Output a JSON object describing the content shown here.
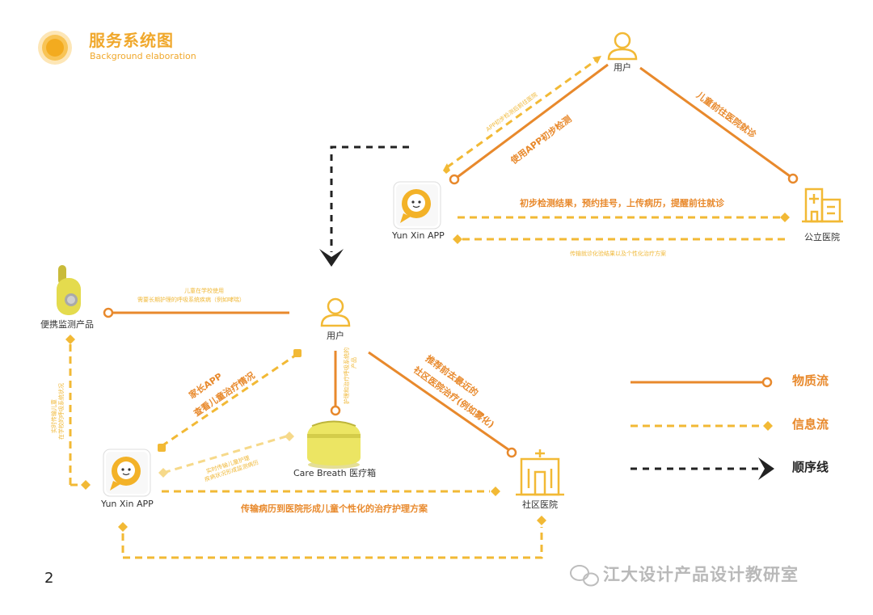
{
  "header": {
    "title": "服务系统图",
    "subtitle": "Background elaboration"
  },
  "colors": {
    "solid_flow": "#e8892c",
    "info_flow": "#f2b935",
    "order_line": "#222222",
    "icon_yellow": "#f3b228"
  },
  "nodes": {
    "user_top": "用户",
    "app_top": "Yun Xin APP",
    "hospital_public": "公立医院",
    "portable": "便携监测产品",
    "user_mid": "用户",
    "care_box": "Care Breath 医疗箱",
    "app_bottom": "Yun Xin APP",
    "hospital_community": "社区医院"
  },
  "edges": {
    "user_to_app_info": "APP初步检测后前往医院",
    "user_app_solid": "使用APP初步检测",
    "user_hospital": "儿童前往医院就诊",
    "app_hospital_info": "初步检测结果，预约挂号，上传病历，提醒前往就诊",
    "hospital_app_info": "传输就诊化验结果以及个性化治疗方案",
    "portable_user_1": "儿童在学校使用",
    "portable_user_2": "需要长期护理的呼吸系统疾病（例如哮喘）",
    "portable_app_info_1": "实时传输儿童",
    "portable_app_info_2": "在学校的呼吸系统状况",
    "parent_app_1": "家长APP",
    "parent_app_2": "查看儿童治疗情况",
    "user_box_info_1": "护理和治疗呼吸系统的",
    "user_box_info_2": "产品",
    "box_app_info_1": "实时传输儿童护理",
    "box_app_info_2": "疾病状况形成监测病历",
    "user_community_1": "推荐前去最近的",
    "user_community_2": "社区医院治疗(例如雾化)",
    "app_community_info": "传输病历到医院形成儿童个性化的治疗护理方案"
  },
  "legend": {
    "material": "物质流",
    "info": "信息流",
    "sequence": "顺序线"
  },
  "page_number": "2",
  "watermark": "江大设计产品设计教研室"
}
